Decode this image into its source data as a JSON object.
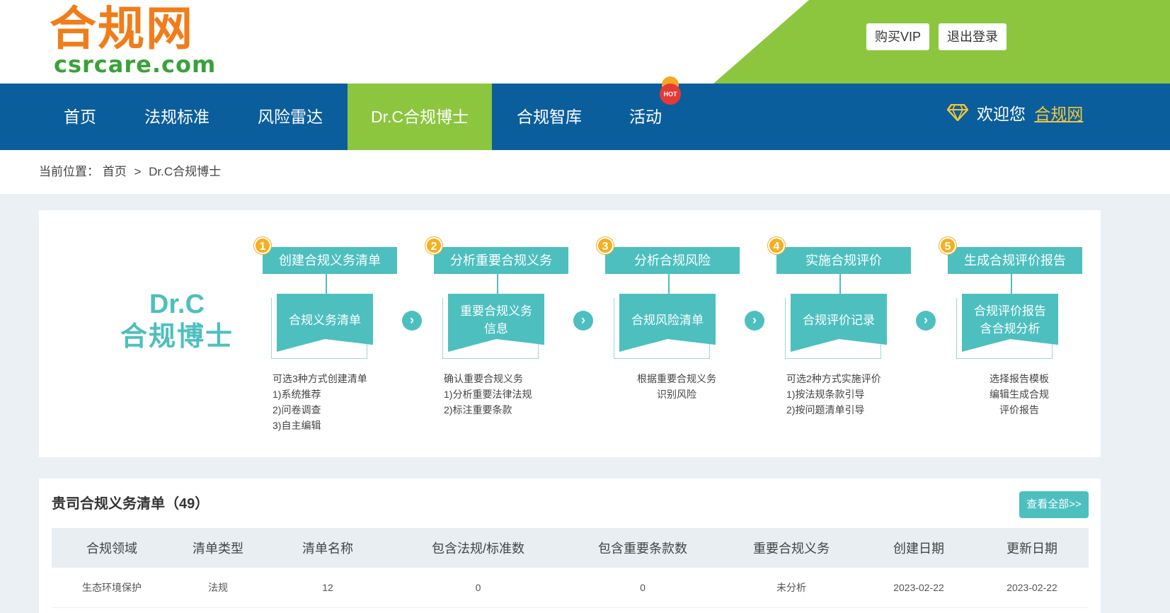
{
  "header": {
    "logo_cn": "合规网",
    "logo_en": "csrcare.com",
    "buy_vip": "购买VIP",
    "logout": "退出登录"
  },
  "nav": {
    "items": [
      {
        "label": "首页"
      },
      {
        "label": "法规标准"
      },
      {
        "label": "风险雷达"
      },
      {
        "label": "Dr.C合规博士"
      },
      {
        "label": "合规智库"
      },
      {
        "label": "活动"
      }
    ],
    "hot_badge": "HOT",
    "welcome_text": "欢迎您",
    "welcome_user": "合规网"
  },
  "breadcrumb": {
    "prefix": "当前位置：",
    "home": "首页",
    "separator": ">",
    "current": "Dr.C合规博士"
  },
  "drc": {
    "title_line1": "Dr.C",
    "title_line2": "合规博士",
    "steps": [
      {
        "num": "1",
        "head": "创建合规义务清单",
        "doc_line1": "合规义务清单",
        "doc_line2": "",
        "desc": [
          "可选3种方式创建清单",
          "1)系统推荐",
          "2)问卷调查",
          "3)自主编辑"
        ]
      },
      {
        "num": "2",
        "head": "分析重要合规义务",
        "doc_line1": "重要合规义务",
        "doc_line2": "信息",
        "desc": [
          "确认重要合规义务",
          "1)分析重要法律法规",
          "2)标注重要条款"
        ]
      },
      {
        "num": "3",
        "head": "分析合规风险",
        "doc_line1": "合规风险清单",
        "doc_line2": "",
        "desc": [
          "根据重要合规义务",
          "识别风险"
        ]
      },
      {
        "num": "4",
        "head": "实施合规评价",
        "doc_line1": "合规评价记录",
        "doc_line2": "",
        "desc": [
          "可选2种方式实施评价",
          "1)按法规条款引导",
          "2)按问题清单引导"
        ]
      },
      {
        "num": "5",
        "head": "生成合规评价报告",
        "doc_line1": "合规评价报告",
        "doc_line2": "含合规分析",
        "desc": [
          "选择报告模板",
          "编辑生成合规",
          "评价报告"
        ]
      }
    ],
    "arrow_glyph": "›"
  },
  "obligations": {
    "title": "贵司合规义务清单（49）",
    "view_all": "查看全部>>",
    "columns": [
      "合规领域",
      "清单类型",
      "清单名称",
      "包含法规/标准数",
      "包含重要条款数",
      "重要合规义务",
      "创建日期",
      "更新日期"
    ],
    "rows": [
      [
        "生态环境保护",
        "法规",
        "12",
        "0",
        "0",
        "未分析",
        "2023-02-22",
        "2023-02-22"
      ]
    ]
  }
}
